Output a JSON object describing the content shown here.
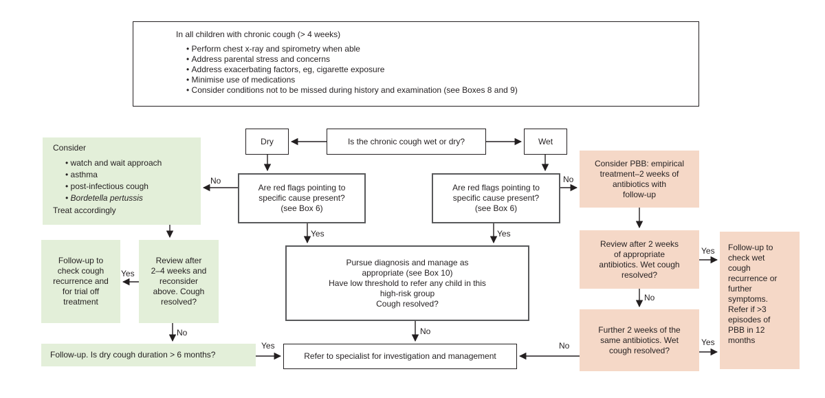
{
  "title_box": {
    "title": "In all children with chronic cough (> 4 weeks)",
    "bullets": [
      "Perform chest x-ray and spirometry when able",
      "Address parental stress and concerns",
      "Address exacerbating factors, eg, cigarette exposure",
      "Minimise use of medications",
      "Consider conditions not to be missed during history and examination (see Boxes 8 and 9)"
    ]
  },
  "nodes": {
    "dry": {
      "label": "Dry"
    },
    "question": {
      "label": "Is the chronic cough wet or dry?"
    },
    "wet": {
      "label": "Wet"
    },
    "consider": {
      "title": "Consider",
      "bullets": [
        {
          "text": "watch and wait approach"
        },
        {
          "text": "asthma"
        },
        {
          "text": "post-infectious cough"
        },
        {
          "text": "Bordetella pertussis",
          "italic": true
        }
      ],
      "footer": "Treat accordingly"
    },
    "redflags_dry": {
      "lines": [
        "Are red flags pointing to",
        "specific cause present?",
        "(see Box 6)"
      ]
    },
    "redflags_wet": {
      "lines": [
        "Are red flags pointing to",
        "specific cause present?",
        "(see Box 6)"
      ]
    },
    "consider_pbb": {
      "lines": [
        "Consider PBB: empirical",
        "treatment–2 weeks of",
        "antibiotics with",
        "follow-up"
      ]
    },
    "followup_trial": {
      "lines": [
        "Follow-up to",
        "check cough",
        "recurrence and",
        "for trial off",
        "treatment"
      ]
    },
    "review_dry": {
      "lines": [
        "Review after",
        "2–4 weeks and",
        "reconsider",
        "above. Cough",
        "resolved?"
      ]
    },
    "pursue": {
      "lines": [
        "Pursue diagnosis and manage as",
        "appropriate (see Box 10)",
        "Have low threshold to refer any child in this",
        "high-risk group",
        "Cough resolved?"
      ]
    },
    "review_wet": {
      "lines": [
        "Review after 2 weeks",
        "of appropriate",
        "antibiotics. Wet cough",
        "resolved?"
      ]
    },
    "followup_wet": {
      "lines": [
        "Follow-up to",
        "check wet",
        "cough",
        "recurrence or",
        "further",
        "symptoms.",
        "Refer if >3",
        "episodes of",
        "PBB in 12",
        "months"
      ]
    },
    "followup_dry": {
      "label": "Follow-up. Is dry cough duration > 6 months?"
    },
    "refer": {
      "label": "Refer to specialist for investigation and management"
    },
    "further_antibiotics": {
      "lines": [
        "Further 2 weeks of the",
        "same antibiotics. Wet",
        "cough resolved?"
      ]
    }
  },
  "edge_labels": {
    "redflags_dry_no": "No",
    "redflags_dry_yes": "Yes",
    "redflags_wet_no": "No",
    "redflags_wet_yes": "Yes",
    "review_dry_yes": "Yes",
    "review_dry_no": "No",
    "followup_dry_yes": "Yes",
    "pursue_no": "No",
    "review_wet_yes": "Yes",
    "review_wet_no": "No",
    "further_yes": "Yes",
    "further_no": "No"
  },
  "colors": {
    "green_fill": "#e3efd9",
    "pink_fill": "#f5d8c7",
    "ink": "#231f20",
    "gray_border": "#58595b"
  }
}
